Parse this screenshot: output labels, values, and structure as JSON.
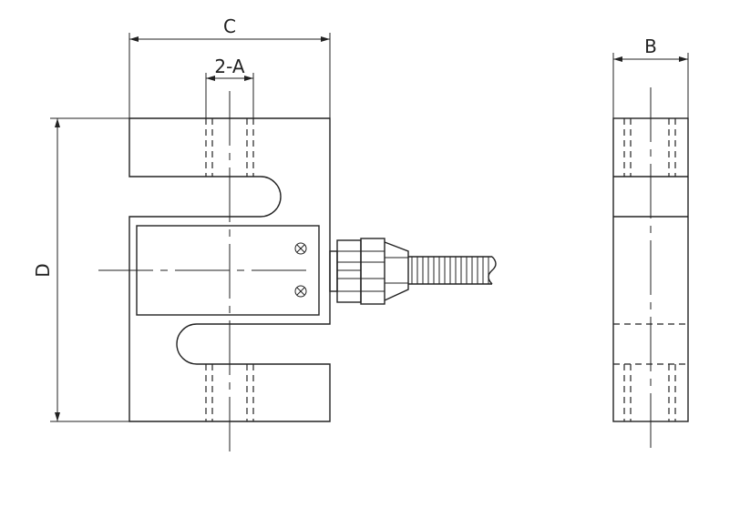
{
  "dimensions": {
    "width_label": "C",
    "hole_label": "2-A",
    "height_label": "D",
    "thickness_label": "B"
  }
}
